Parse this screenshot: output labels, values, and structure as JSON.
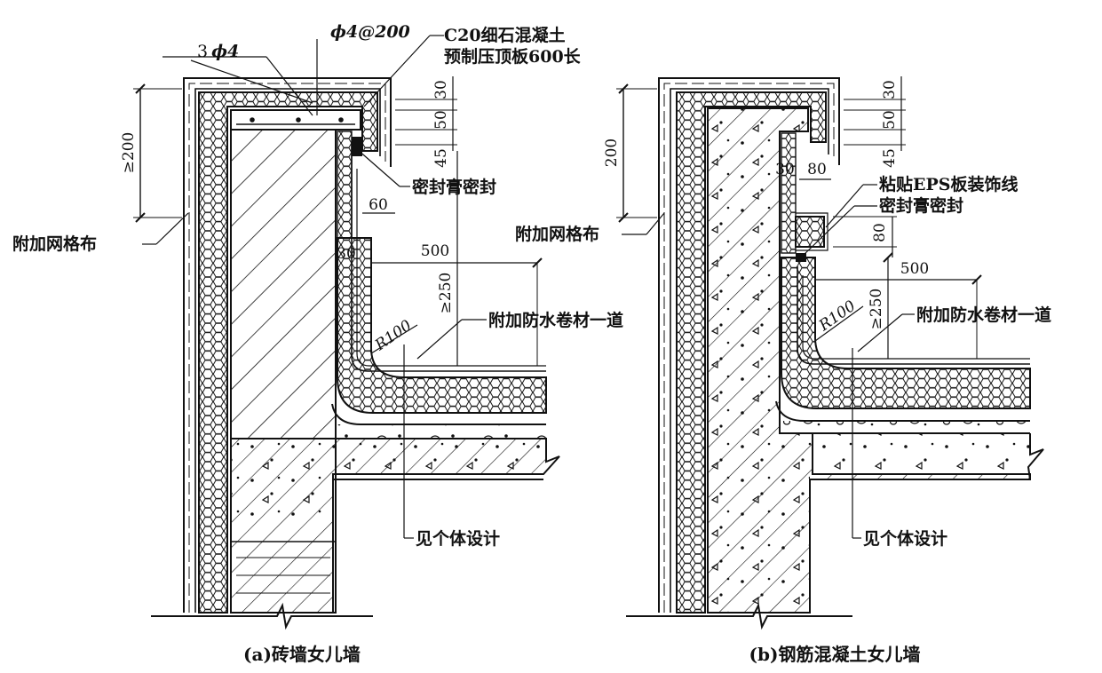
{
  "diagram_a": {
    "rebar_main": "3",
    "rebar_main_size": "ϕ4",
    "stirrup": "ϕ4@200",
    "coping_material": "C20细石混凝土",
    "coping_precast": "预制压顶板600长",
    "dim_height": "≥200",
    "dim_30_top": "30",
    "dim_50": "50",
    "dim_45": "45",
    "sealant": "密封膏密封",
    "dim_60": "60",
    "dim_30_side": "30",
    "mesh": "附加网格布",
    "dim_500": "500",
    "dim_250": "≥250",
    "radius": "R100",
    "membrane": "附加防水卷材一道",
    "see_design": "见个体设计",
    "caption": "(a)砖墙女儿墙"
  },
  "diagram_b": {
    "dim_height": "200",
    "dim_30_top": "30",
    "dim_50": "50",
    "dim_45": "45",
    "dim_30_side": "30",
    "dim_80_top": "80",
    "eps_line": "粘贴EPS板装饰线",
    "sealant": "密封膏密封",
    "dim_80_side": "80",
    "mesh": "附加网格布",
    "dim_500": "500",
    "dim_250": "≥250",
    "radius": "R100",
    "membrane": "附加防水卷材一道",
    "see_design": "见个体设计",
    "caption": "(b)钢筋混凝土女儿墙"
  },
  "colors": {
    "ink": "#111111",
    "paper": "#ffffff"
  }
}
